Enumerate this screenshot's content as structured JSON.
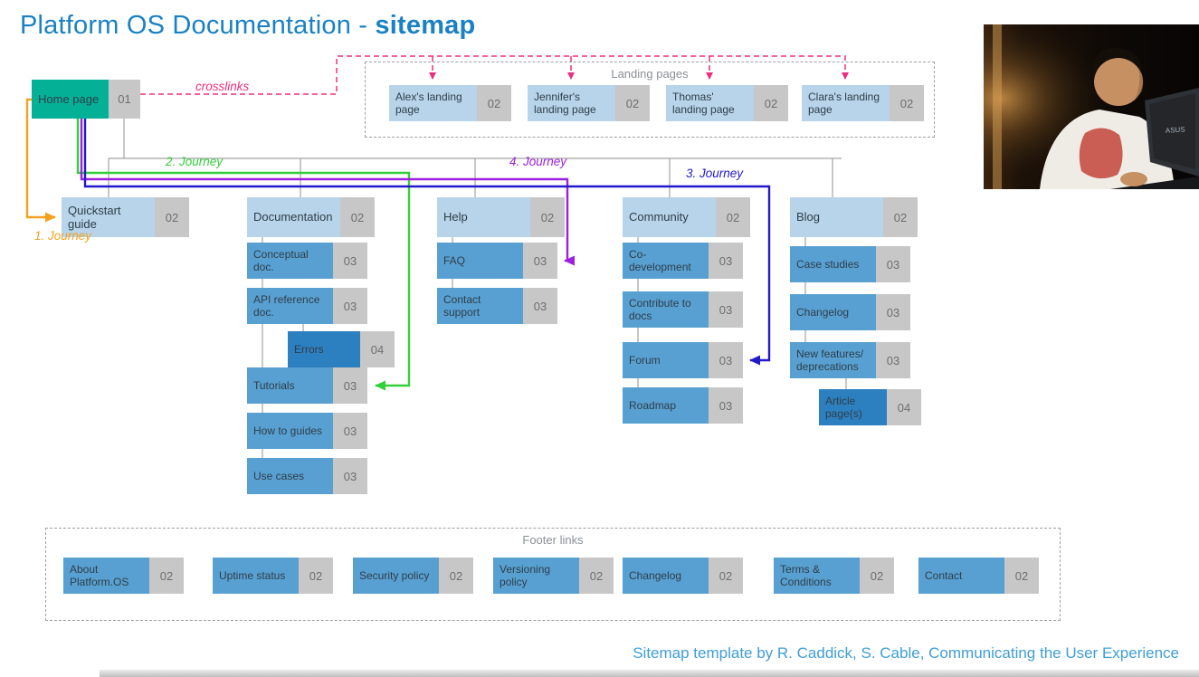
{
  "title": {
    "regular": "Platform OS Documentation - ",
    "bold": "sitemap"
  },
  "home": {
    "label": "Home page",
    "level": "01"
  },
  "crosslinks_label": "crosslinks",
  "landing": {
    "label": "Landing pages",
    "items": [
      {
        "label": "Alex's landing page",
        "level": "02"
      },
      {
        "label": "Jennifer's landing page",
        "level": "02"
      },
      {
        "label": "Thomas' landing page",
        "level": "02"
      },
      {
        "label": "Clara's landing page",
        "level": "02"
      }
    ]
  },
  "sections": [
    {
      "parent": {
        "label": "Quickstart guide",
        "level": "02"
      },
      "children": []
    },
    {
      "parent": {
        "label": "Documentation",
        "level": "02"
      },
      "children": [
        {
          "label": "Conceptual doc.",
          "level": "03"
        },
        {
          "label": "API reference doc.",
          "level": "03"
        },
        {
          "label": "Errors",
          "level": "04"
        },
        {
          "label": "Tutorials",
          "level": "03"
        },
        {
          "label": "How to guides",
          "level": "03"
        },
        {
          "label": "Use cases",
          "level": "03"
        }
      ]
    },
    {
      "parent": {
        "label": "Help",
        "level": "02"
      },
      "children": [
        {
          "label": "FAQ",
          "level": "03"
        },
        {
          "label": "Contact support",
          "level": "03"
        }
      ]
    },
    {
      "parent": {
        "label": "Community",
        "level": "02"
      },
      "children": [
        {
          "label": "Co-development",
          "level": "03"
        },
        {
          "label": "Contribute to docs",
          "level": "03"
        },
        {
          "label": "Forum",
          "level": "03"
        },
        {
          "label": "Roadmap",
          "level": "03"
        }
      ]
    },
    {
      "parent": {
        "label": "Blog",
        "level": "02"
      },
      "children": [
        {
          "label": "Case studies",
          "level": "03"
        },
        {
          "label": "Changelog",
          "level": "03"
        },
        {
          "label": "New features/ deprecations",
          "level": "03"
        },
        {
          "label": "Article page(s)",
          "level": "04"
        }
      ]
    }
  ],
  "journeys": [
    {
      "label": "1. Journey",
      "color": "#f5a11d"
    },
    {
      "label": "2. Journey",
      "color": "#33cf3a"
    },
    {
      "label": "3. Journey",
      "color": "#2318cc"
    },
    {
      "label": "4. Journey",
      "color": "#9c20dd"
    }
  ],
  "footer": {
    "label": "Footer links",
    "items": [
      {
        "label": "About Platform.OS",
        "level": "02"
      },
      {
        "label": "Uptime status",
        "level": "02"
      },
      {
        "label": "Security policy",
        "level": "02"
      },
      {
        "label": "Versioning policy",
        "level": "02"
      },
      {
        "label": "Changelog",
        "level": "02"
      },
      {
        "label": "Terms & Conditions",
        "level": "02"
      },
      {
        "label": "Contact",
        "level": "02"
      }
    ]
  },
  "attribution": "Sitemap template by R. Caddick, S. Cable, Communicating the User Experience",
  "photo": {
    "description": "man working on a laptop in a dark room",
    "laptop_brand": "ASUS"
  },
  "colors": {
    "title_blue": "#1a81c5",
    "node_teal": "#04b197",
    "node_level2": "#b7d4ea",
    "node_level3": "#58a0d2",
    "node_level4": "#2d80c0",
    "badge_gray": "#c7c7c7",
    "connector_gray": "#a3a3a3",
    "crosslink_pink": "#ee2e7d",
    "journey1_orange": "#f5a11d",
    "journey2_green": "#33cf3a",
    "journey3_blue": "#2318cc",
    "journey4_purple": "#9c20dd",
    "attribution_blue": "#3f9ed8"
  }
}
